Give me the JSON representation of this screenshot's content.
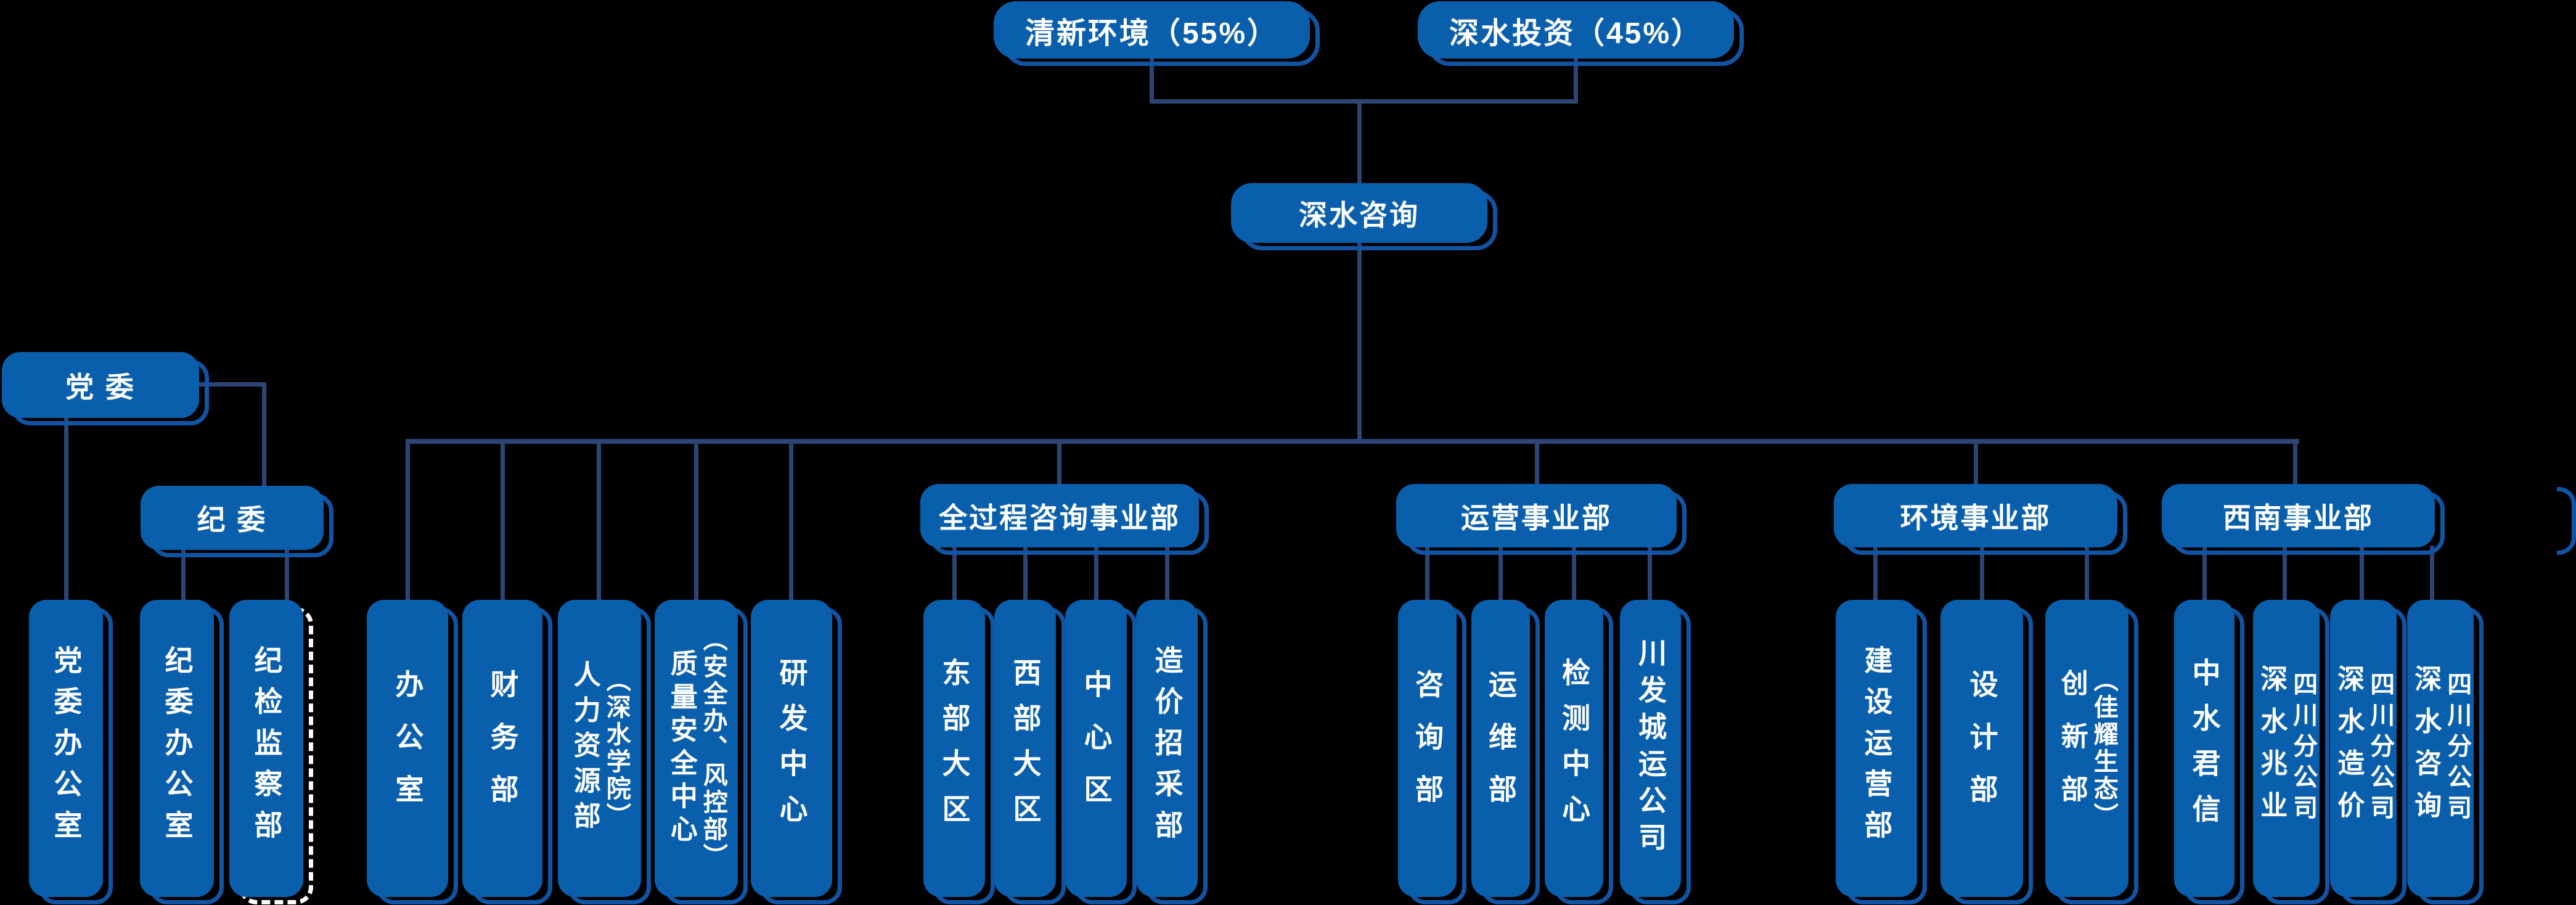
{
  "org_chart": {
    "background": "#000000",
    "box_fill": "#0A5FAD",
    "shadow_outline": "#1254A4",
    "connector": "#2D4574",
    "text_color": "#FFFFFF",
    "shareholders": [
      {
        "name": "清新环境（55%）"
      },
      {
        "name": "深水投资（45%）"
      }
    ],
    "root": {
      "name": "深水咨询"
    },
    "party_committee": {
      "name": "党 委",
      "children": [
        {
          "name": "党委办公室"
        }
      ]
    },
    "discipline_committee": {
      "name": "纪 委",
      "children": [
        {
          "name": "纪委办公室"
        },
        {
          "name": "纪检监察部"
        }
      ]
    },
    "departments": [
      {
        "name": "办公室"
      },
      {
        "name": "财务部"
      },
      {
        "name": "人力资源部",
        "name2": "（深水学院）"
      },
      {
        "name": "质量安全中心",
        "name2": "（安全办、风控部）"
      },
      {
        "name": "研发中心"
      }
    ],
    "divisions": [
      {
        "name": "全过程咨询事业部",
        "children": [
          {
            "name": "东部大区"
          },
          {
            "name": "西部大区"
          },
          {
            "name": "中心区"
          },
          {
            "name": "造价招采部"
          }
        ]
      },
      {
        "name": "运营事业部",
        "children": [
          {
            "name": "咨询部"
          },
          {
            "name": "运维部"
          },
          {
            "name": "检测中心"
          },
          {
            "name": "川发城运公司"
          }
        ]
      },
      {
        "name": "环境事业部",
        "children": [
          {
            "name": "建设运营部"
          },
          {
            "name": "设计部"
          },
          {
            "name": "创新部",
            "name2": "（佳耀生态）"
          }
        ]
      },
      {
        "name": "西南事业部",
        "children": [
          {
            "name": "中水君信"
          },
          {
            "name": "深水兆业",
            "name2": "四川分公司"
          },
          {
            "name": "深水造价",
            "name2": "四川分公司"
          },
          {
            "name": "深水咨询",
            "name2": "四川分公司"
          }
        ]
      }
    ]
  }
}
